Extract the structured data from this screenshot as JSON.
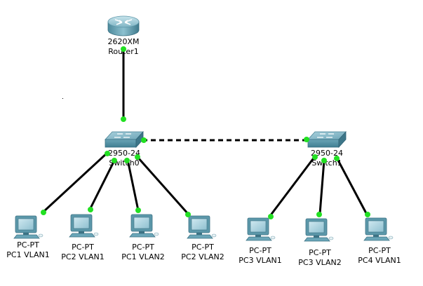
{
  "diagram": {
    "colors": {
      "link": "#000000",
      "link_up": "#22e022",
      "device_body": "#5fa0b0",
      "background": "#ffffff"
    },
    "devices": [
      {
        "id": "router1",
        "type": "router",
        "model": "2620XM",
        "name": "Router1"
      },
      {
        "id": "switch0",
        "type": "switch",
        "model": "2950-24",
        "name": "Switch0"
      },
      {
        "id": "switch1",
        "type": "switch",
        "model": "2950-24",
        "name": "Switch1"
      },
      {
        "id": "pc_a",
        "type": "pc",
        "model": "PC-PT",
        "name": "PC1 VLAN1"
      },
      {
        "id": "pc_b",
        "type": "pc",
        "model": "PC-PT",
        "name": "PC2 VLAN1"
      },
      {
        "id": "pc_c",
        "type": "pc",
        "model": "PC-PT",
        "name": "PC1 VLAN2"
      },
      {
        "id": "pc_d",
        "type": "pc",
        "model": "PC-PT",
        "name": "PC2 VLAN2"
      },
      {
        "id": "pc_e",
        "type": "pc",
        "model": "PC-PT",
        "name": "PC3 VLAN1"
      },
      {
        "id": "pc_f",
        "type": "pc",
        "model": "PC-PT",
        "name": "PC3 VLAN2"
      },
      {
        "id": "pc_g",
        "type": "pc",
        "model": "PC-PT",
        "name": "PC4 VLAN1"
      }
    ],
    "links": [
      {
        "from": "router1",
        "to": "switch0",
        "style": "solid",
        "status": "up"
      },
      {
        "from": "switch0",
        "to": "switch1",
        "style": "dashed",
        "status": "up"
      },
      {
        "from": "switch0",
        "to": "pc_a",
        "style": "solid",
        "status": "up"
      },
      {
        "from": "switch0",
        "to": "pc_b",
        "style": "solid",
        "status": "up"
      },
      {
        "from": "switch0",
        "to": "pc_c",
        "style": "solid",
        "status": "up"
      },
      {
        "from": "switch0",
        "to": "pc_d",
        "style": "solid",
        "status": "up"
      },
      {
        "from": "switch1",
        "to": "pc_e",
        "style": "solid",
        "status": "up"
      },
      {
        "from": "switch1",
        "to": "pc_f",
        "style": "solid",
        "status": "up"
      },
      {
        "from": "switch1",
        "to": "pc_g",
        "style": "solid",
        "status": "up"
      }
    ]
  }
}
